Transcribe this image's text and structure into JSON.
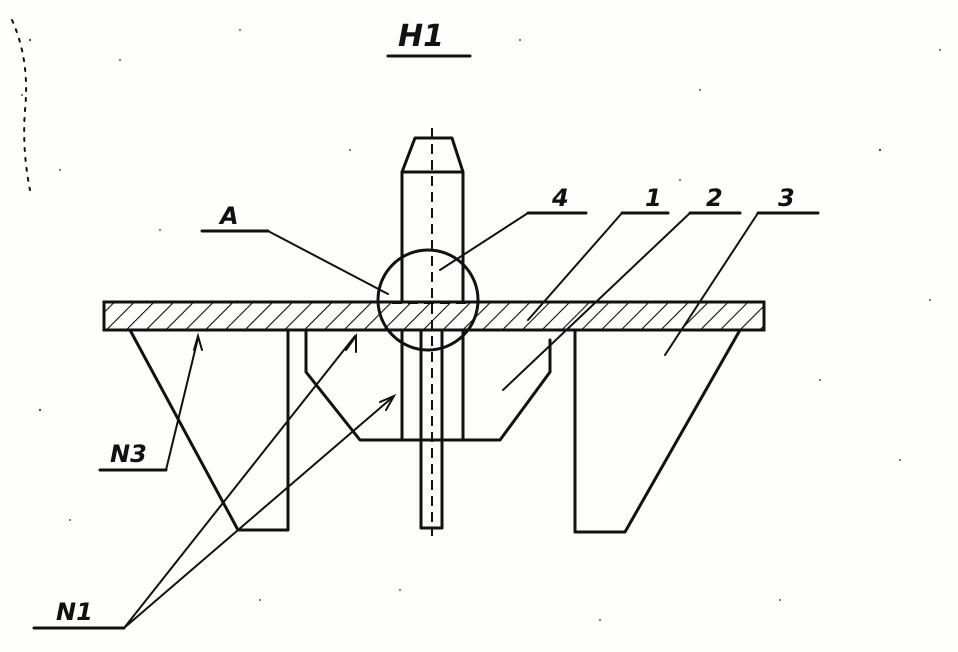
{
  "title": "H1",
  "labels": {
    "detail_a": "A",
    "part_4": "4",
    "part_1": "1",
    "part_2": "2",
    "part_3": "3",
    "weld_n3": "N3",
    "weld_n1": "N1"
  },
  "colors": {
    "ink": "#111111",
    "paper": "#fdfdfb"
  }
}
